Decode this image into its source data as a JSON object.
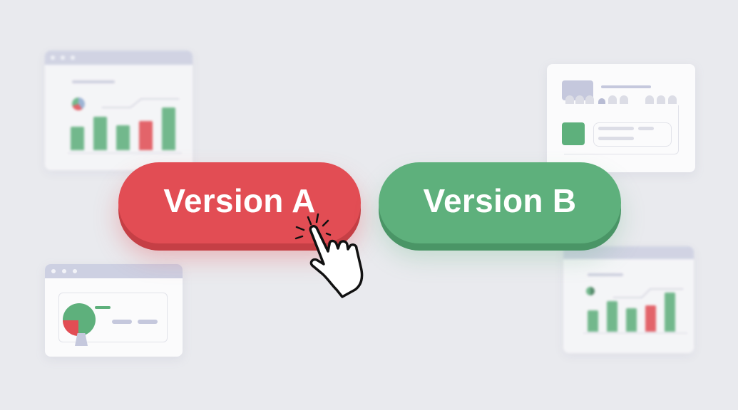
{
  "buttons": {
    "version_a": {
      "label": "Version A",
      "color": "#e24d54"
    },
    "version_b": {
      "label": "Version B",
      "color": "#5eb07c"
    }
  },
  "cursor": {
    "type": "pointing-hand-click",
    "target": "version_a"
  },
  "background_cards": [
    {
      "position": "top-left",
      "type": "bar-chart-dashboard",
      "bar_colors": [
        "green",
        "green",
        "green",
        "red",
        "green"
      ]
    },
    {
      "position": "top-right",
      "type": "profile-list-card"
    },
    {
      "position": "bottom-left",
      "type": "pie-chart-card"
    },
    {
      "position": "bottom-right",
      "type": "bar-chart-dashboard",
      "bar_colors": [
        "green",
        "green",
        "green",
        "red",
        "green"
      ]
    }
  ],
  "colors": {
    "background": "#e9eaee",
    "accent_red": "#e24d54",
    "accent_green": "#5eb07c",
    "titlebar": "#cdd0e2"
  }
}
